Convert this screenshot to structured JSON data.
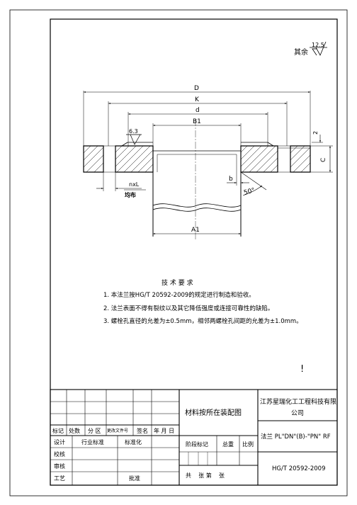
{
  "roughness": {
    "label": "其余",
    "value": "12.5"
  },
  "dims": {
    "D": "D",
    "K": "K",
    "d": "d",
    "B1": "B1",
    "A1": "A1",
    "C": "C",
    "two": "2",
    "b": "b",
    "angle": "50°",
    "face_roughness": "6.3",
    "nxL": "nxL",
    "even": "均布"
  },
  "tech": {
    "title": "技 术 要 求",
    "items": [
      "1.  本法兰按HG/T 20592-2009的规定进行制造和验收。",
      "2.  法兰表面不得有裂纹以及其它降低强度或连接可靠性的缺陷。",
      "3.  螺栓孔直径的允差为±0.5mm，相邻两螺栓孔间距的允差为±1.0mm。"
    ]
  },
  "mark": "!",
  "titleblock": {
    "row_labels": [
      "标记",
      "处数",
      "分 区",
      "更改文件号",
      "签名",
      "年 月 日"
    ],
    "design": "设计",
    "std_l": "行业标准",
    "std_r": "标准化",
    "check": "校核",
    "review": "审核",
    "process": "工艺",
    "approve": "批准",
    "material": "材料按所在装配图",
    "stage": "阶段标记",
    "weight": "总重",
    "scale": "比例",
    "sheets": "共    张 第    张",
    "company_1": "江苏星瑞化工工程科技有限",
    "company_2": "公司",
    "part": "法兰 PL\"DN\"(B)-\"PN\" RF",
    "std_no": "HG/T 20592-2009"
  }
}
